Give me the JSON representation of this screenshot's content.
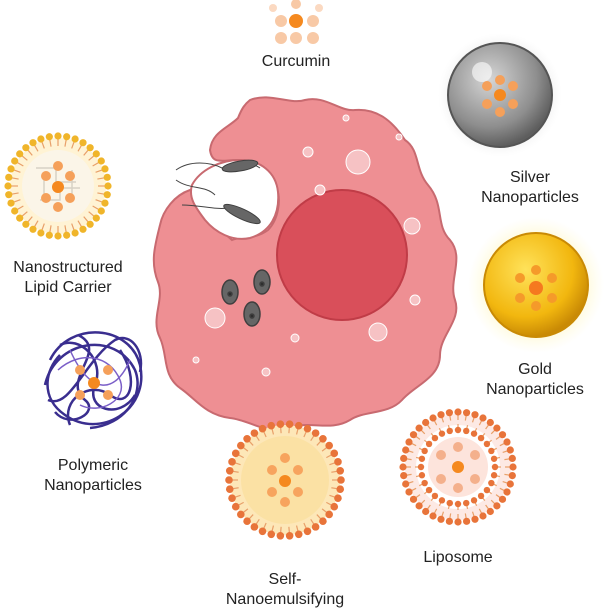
{
  "labels": {
    "curcumin": "Curcumin",
    "silver": [
      "Silver",
      "Nanoparticles"
    ],
    "gold": [
      "Gold",
      "Nanoparticles"
    ],
    "liposome": "Liposome",
    "self_nano": [
      "Self-",
      "Nanoemulsifying"
    ],
    "polymeric": [
      "Polymeric",
      "Nanoparticles"
    ],
    "nlc": [
      "Nanostructured",
      "Lipid Carrier"
    ]
  },
  "colors": {
    "cell_body": "#ee8f93",
    "nucleus": "#d94f5a",
    "vacuole": "#f6c2c4",
    "drug_core": "#f5891f",
    "drug_light": "#f8c9a6",
    "lipid_head": "#e8743a",
    "gold_shell": "#f2b70f",
    "silver_shell": "#8e8e8e",
    "polymer": "#3a2e8f",
    "parasite": "#555555"
  },
  "icons": {
    "cell": "macrophage-icon",
    "parasite": "parasite-icon"
  }
}
